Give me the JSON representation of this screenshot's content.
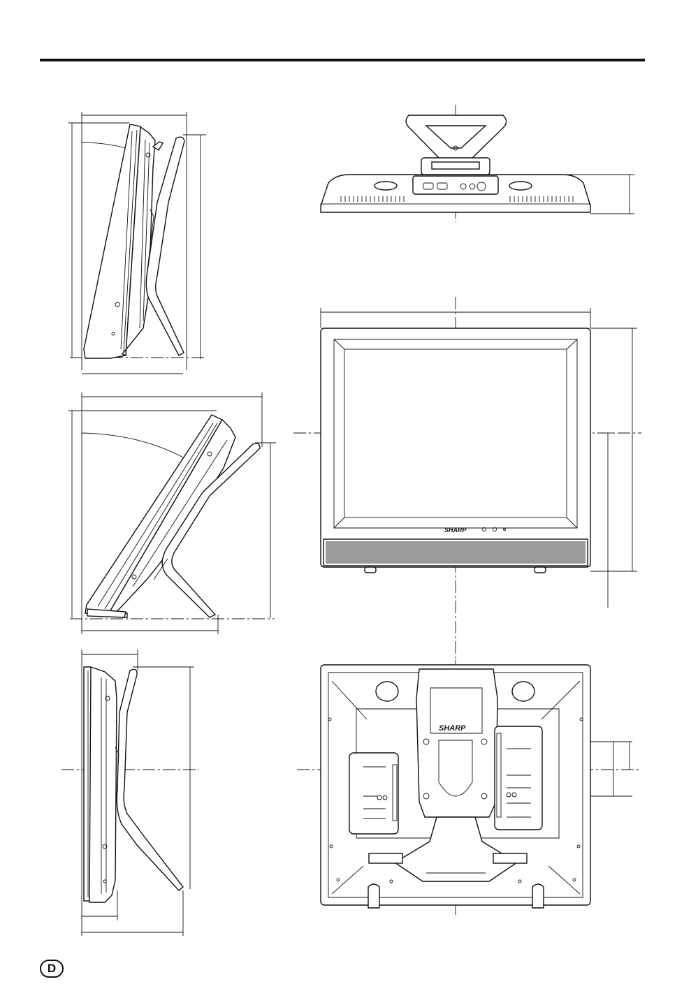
{
  "brand": {
    "front_logo": "SHARP",
    "back_logo": "SHARP"
  },
  "page_marker": {
    "label": "D"
  },
  "views": [
    {
      "id": "side-upright"
    },
    {
      "id": "side-tilted"
    },
    {
      "id": "side-flat"
    },
    {
      "id": "top"
    },
    {
      "id": "front"
    },
    {
      "id": "rear"
    }
  ],
  "colors": {
    "line": "#111111",
    "background": "#ffffff"
  }
}
